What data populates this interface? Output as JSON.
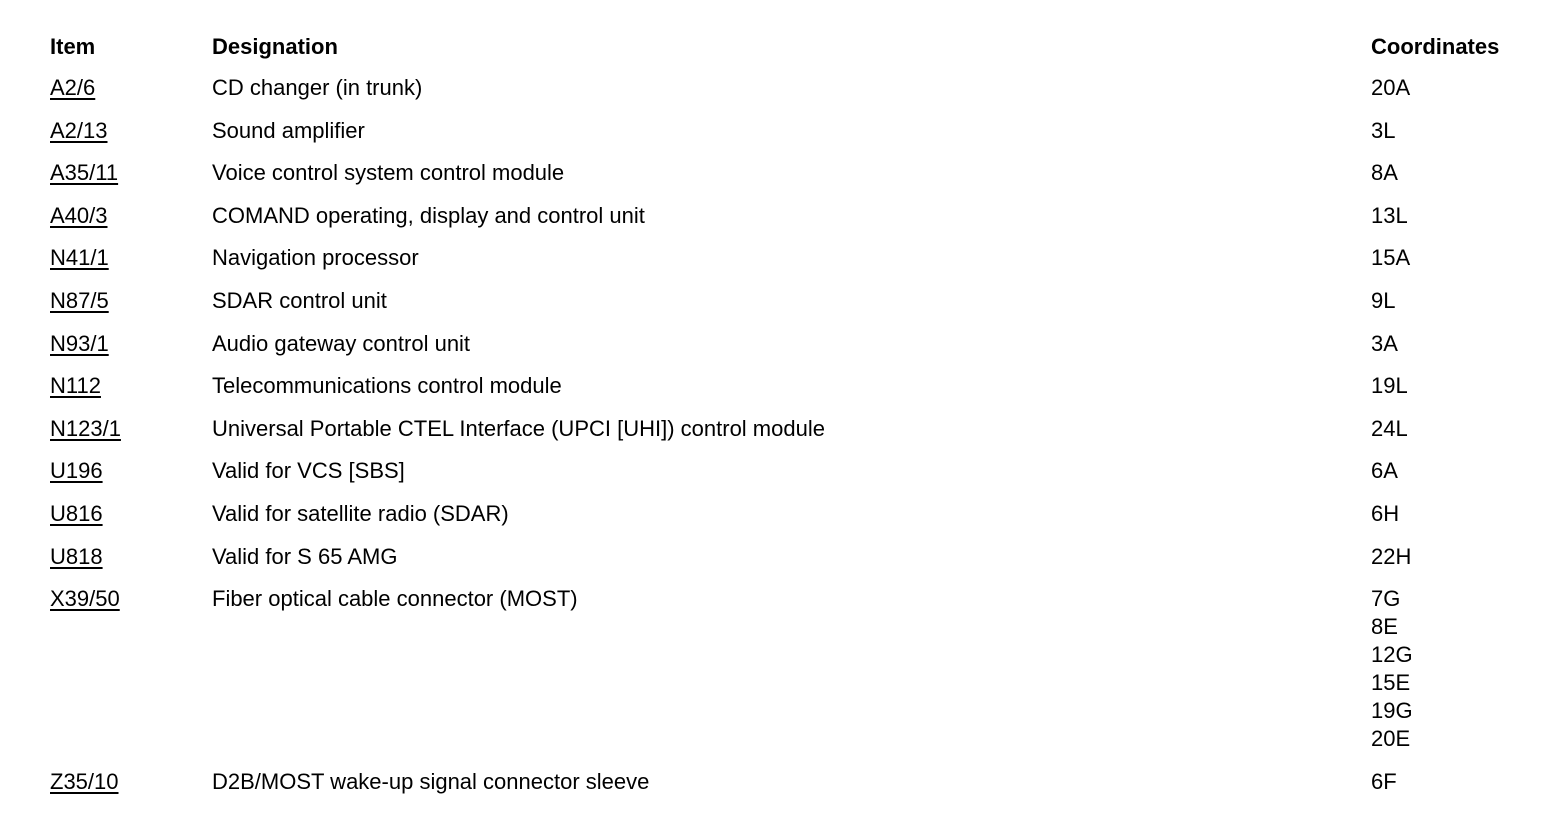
{
  "header": {
    "item": "Item",
    "designation": "Designation",
    "coordinates": "Coordinates"
  },
  "rows": [
    {
      "item": "A2/6",
      "designation": "CD changer (in trunk)",
      "coordinates": [
        "20A"
      ]
    },
    {
      "item": "A2/13",
      "designation": "Sound amplifier",
      "coordinates": [
        "3L"
      ]
    },
    {
      "item": "A35/11",
      "designation": "Voice control system control module",
      "coordinates": [
        "8A"
      ]
    },
    {
      "item": "A40/3",
      "designation": "COMAND operating, display and control unit",
      "coordinates": [
        "13L"
      ]
    },
    {
      "item": "N41/1",
      "designation": "Navigation processor",
      "coordinates": [
        "15A"
      ]
    },
    {
      "item": "N87/5",
      "designation": "SDAR control unit",
      "coordinates": [
        "9L"
      ]
    },
    {
      "item": "N93/1",
      "designation": "Audio gateway control unit",
      "coordinates": [
        "3A"
      ]
    },
    {
      "item": "N112",
      "designation": "Telecommunications control module",
      "coordinates": [
        "19L"
      ]
    },
    {
      "item": "N123/1",
      "designation": "Universal Portable CTEL Interface (UPCI [UHI]) control module",
      "coordinates": [
        "24L"
      ]
    },
    {
      "item": "U196",
      "designation": "Valid for VCS [SBS]",
      "coordinates": [
        "6A"
      ]
    },
    {
      "item": "U816",
      "designation": "Valid for satellite radio (SDAR)",
      "coordinates": [
        "6H"
      ]
    },
    {
      "item": "U818",
      "designation": "Valid for S 65 AMG",
      "coordinates": [
        "22H"
      ]
    },
    {
      "item": "X39/50",
      "designation": "Fiber optical cable connector (MOST)",
      "coordinates": [
        "7G",
        "8E",
        "12G",
        "15E",
        "19G",
        "20E"
      ]
    },
    {
      "item": "Z35/10",
      "designation": "D2B/MOST wake-up signal connector sleeve",
      "coordinates": [
        "6F"
      ]
    }
  ]
}
